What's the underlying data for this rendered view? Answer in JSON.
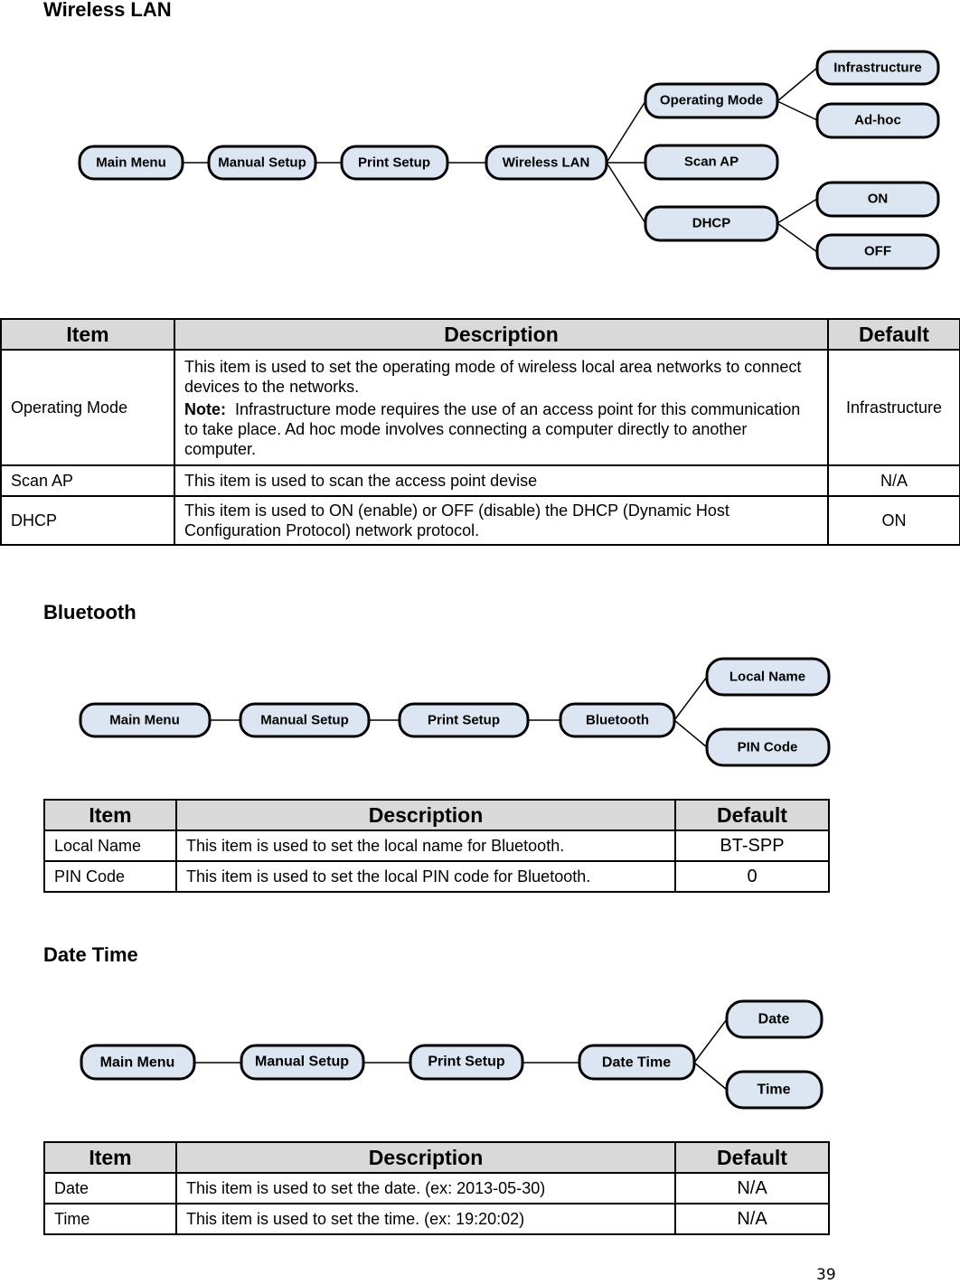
{
  "wireless": {
    "title": "Wireless LAN",
    "nodes": {
      "main": "Main Menu",
      "manual": "Manual Setup",
      "print": "Print Setup",
      "wlan": "Wireless LAN",
      "opmode": "Operating Mode",
      "scan": "Scan AP",
      "dhcp": "DHCP",
      "infra": "Infrastructure",
      "adhoc": "Ad-hoc",
      "on": "ON",
      "off": "OFF"
    },
    "table": {
      "headers": {
        "item": "Item",
        "description": "Description",
        "default": "Default"
      },
      "rows": [
        {
          "item": "Operating Mode",
          "description": "This item is used to set the operating mode of wireless local area networks to connect devices to the networks.",
          "note_label": "Note:",
          "note": "Infrastructure mode requires the use of an access point for this communication to take place. Ad hoc mode involves connecting a computer directly to another computer.",
          "default": "Infrastructure"
        },
        {
          "item": "Scan AP",
          "description": "This item is used to scan the access point devise",
          "default": "N/A"
        },
        {
          "item": "DHCP",
          "description": "This item is used to ON (enable) or OFF (disable) the DHCP (Dynamic Host Configuration Protocol) network protocol.",
          "default": "ON"
        }
      ]
    }
  },
  "bluetooth": {
    "title": "Bluetooth",
    "nodes": {
      "main": "Main Menu",
      "manual": "Manual Setup",
      "print": "Print Setup",
      "bt": "Bluetooth",
      "localname": "Local Name",
      "pincode": "PIN Code"
    },
    "table": {
      "headers": {
        "item": "Item",
        "description": "Description",
        "default": "Default"
      },
      "rows": [
        {
          "item": "Local Name",
          "description": "This item is used to set the local name for Bluetooth.",
          "default": "BT-SPP"
        },
        {
          "item": "PIN Code",
          "description": "This item is used to set the local PIN code for Bluetooth.",
          "default": "0"
        }
      ]
    }
  },
  "datetime": {
    "title": "Date Time",
    "nodes": {
      "main": "Main Menu",
      "manual": "Manual Setup",
      "print": "Print Setup",
      "dt": "Date Time",
      "date": "Date",
      "time": "Time"
    },
    "table": {
      "headers": {
        "item": "Item",
        "description": "Description",
        "default": "Default"
      },
      "rows": [
        {
          "item": "Date",
          "description": "This item is used to set the date. (ex: 2013-05-30)",
          "default": "N/A"
        },
        {
          "item": "Time",
          "description": "This item is used to set the time. (ex: 19:20:02)",
          "default": "N/A"
        }
      ]
    }
  },
  "page_number": "39",
  "colors": {
    "node_fill": "#dce6f2",
    "node_stroke": "#000000",
    "header_fill": "#d9d9d9"
  }
}
